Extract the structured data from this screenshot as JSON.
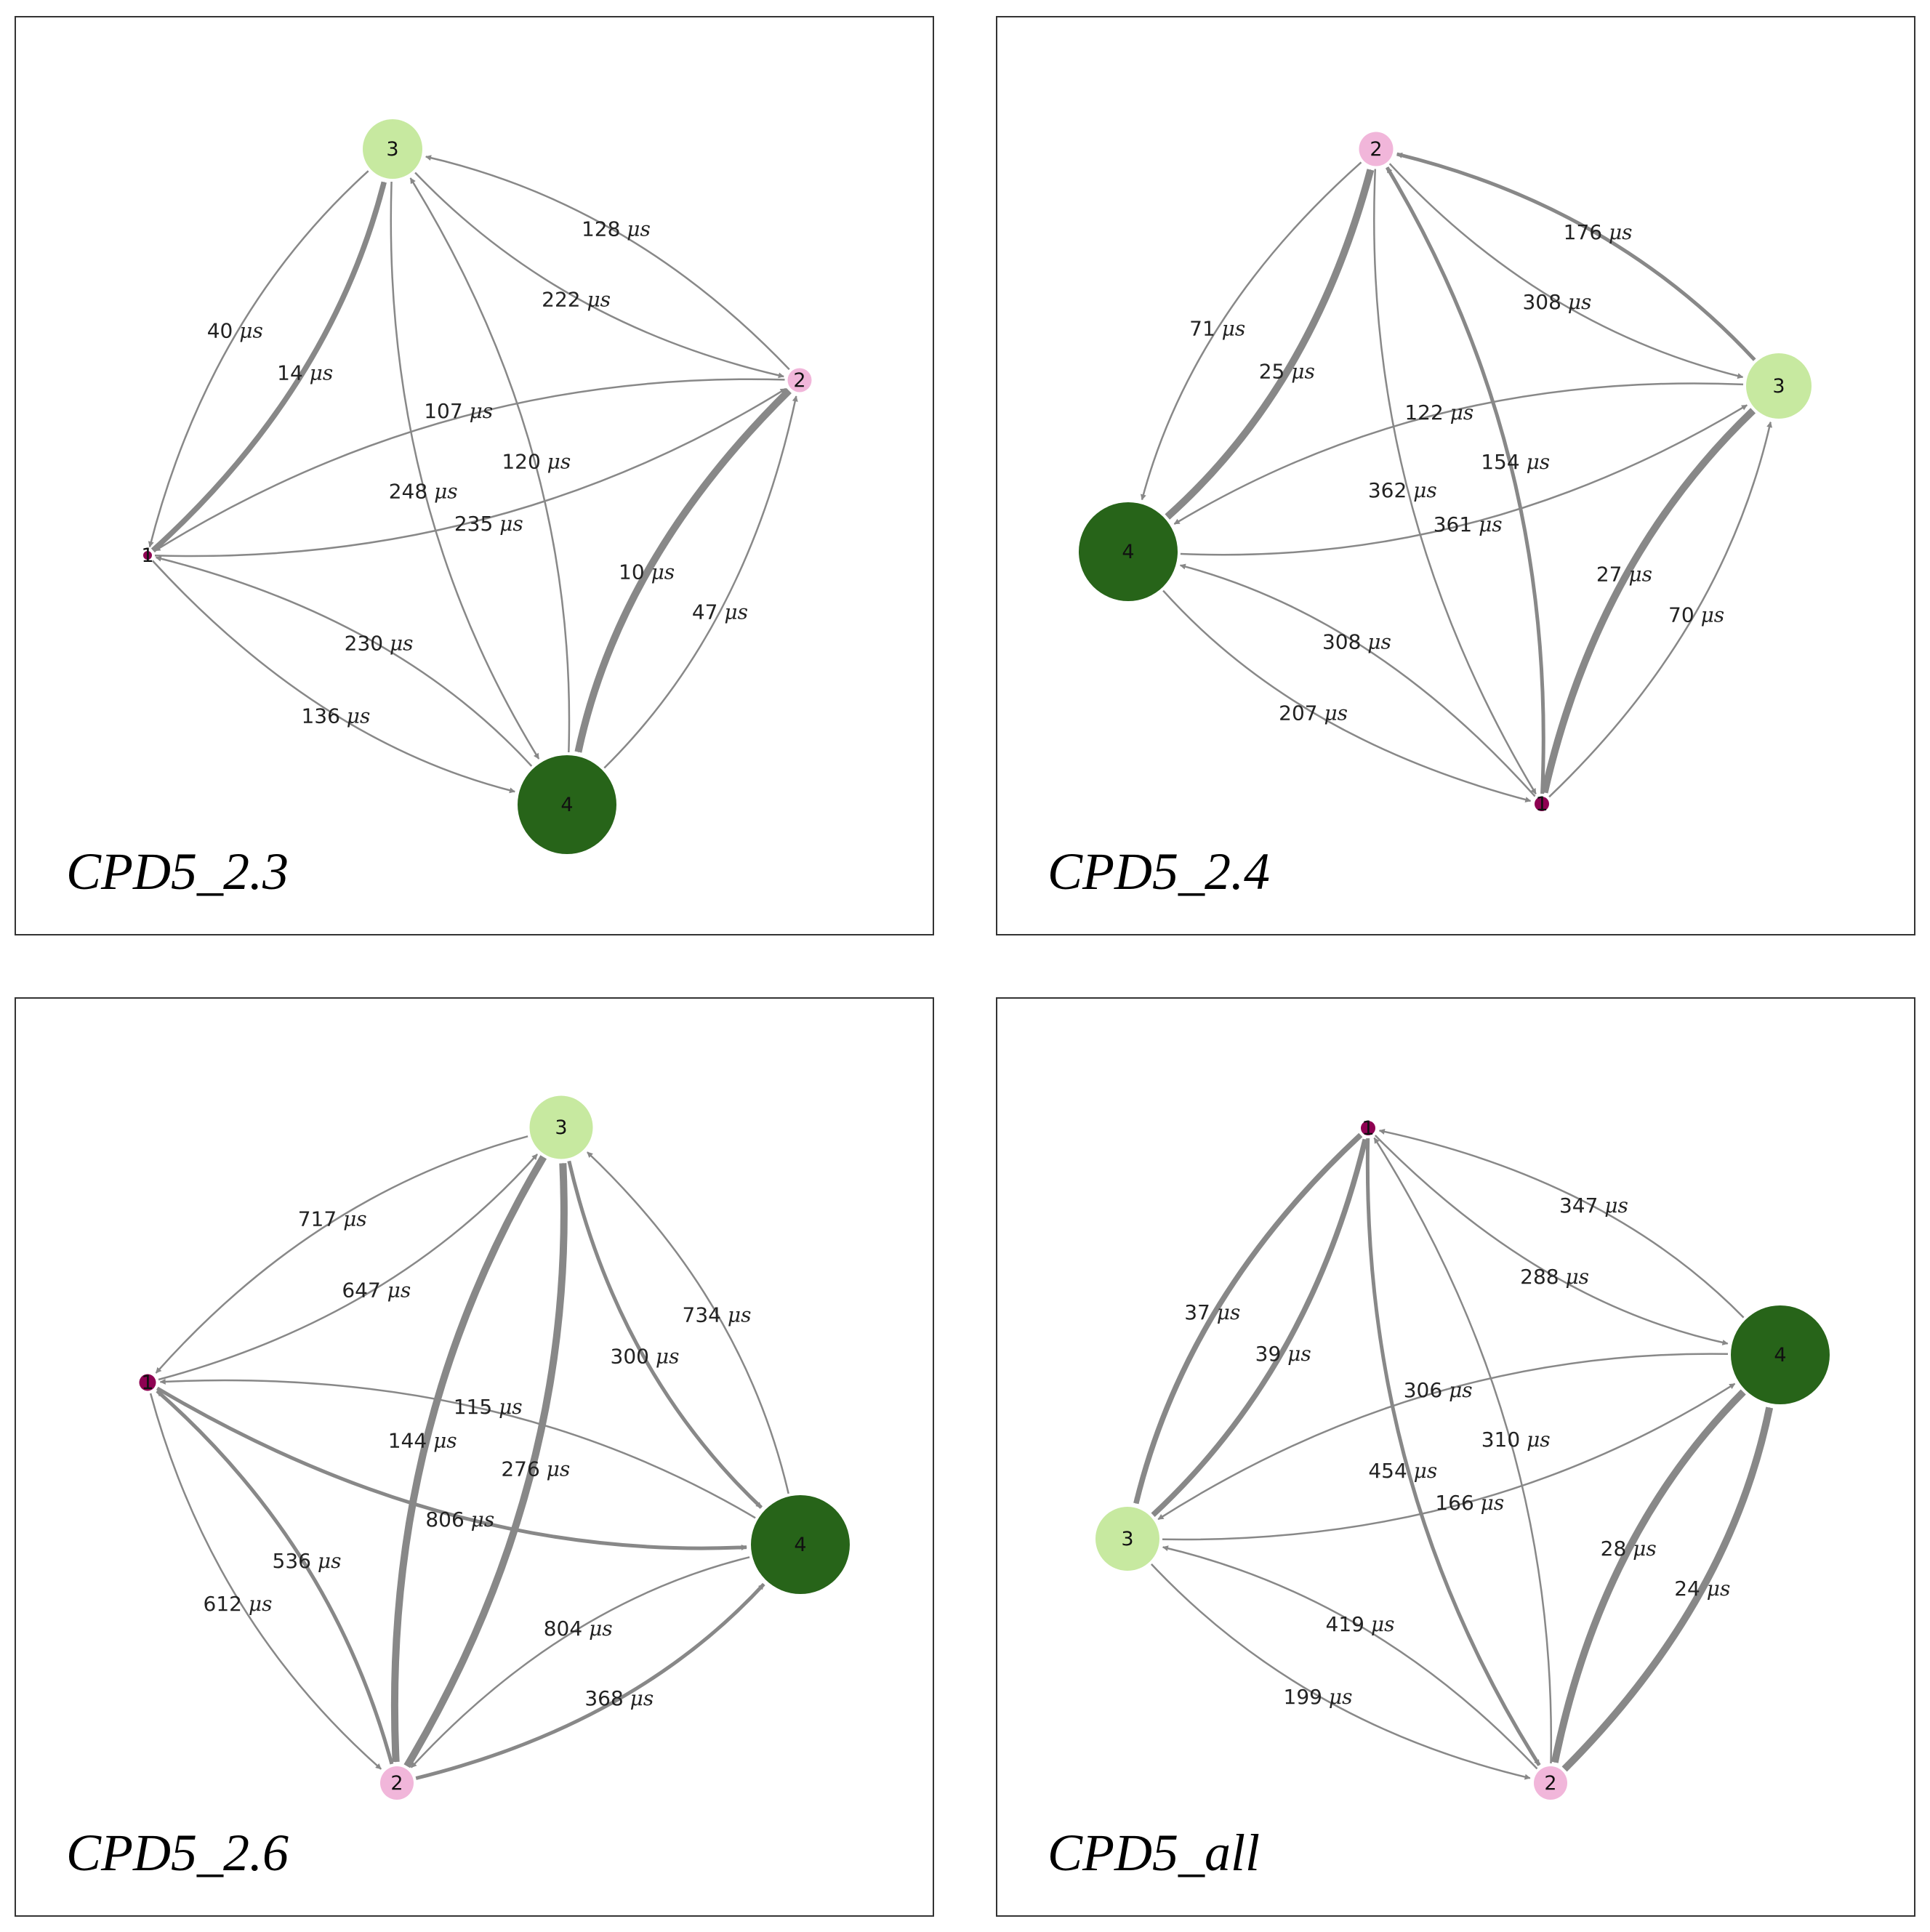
{
  "graphs": [
    {
      "title": "CPD5_2.3",
      "nodes": [
        {
          "id": "1",
          "label": "1",
          "color": "#8e0152",
          "size": 12
        },
        {
          "id": "2",
          "label": "2",
          "color": "#f1b6da",
          "size": 33
        },
        {
          "id": "3",
          "label": "3",
          "color": "#c7e9a0",
          "size": 82
        },
        {
          "id": "4",
          "label": "4",
          "color": "#276419",
          "size": 136
        }
      ],
      "edges": [
        {
          "from": "3",
          "to": "2",
          "label": "222",
          "weight": 1
        },
        {
          "from": "2",
          "to": "3",
          "label": "128",
          "weight": 1
        },
        {
          "from": "1",
          "to": "3",
          "label": "14",
          "weight": 3
        },
        {
          "from": "3",
          "to": "1",
          "label": "40",
          "weight": 1
        },
        {
          "from": "1",
          "to": "2",
          "label": "235",
          "weight": 1
        },
        {
          "from": "2",
          "to": "1",
          "label": "107",
          "weight": 1
        },
        {
          "from": "3",
          "to": "4",
          "label": "248",
          "weight": 1
        },
        {
          "from": "4",
          "to": "3",
          "label": "120",
          "weight": 1
        },
        {
          "from": "1",
          "to": "4",
          "label": "136",
          "weight": 1
        },
        {
          "from": "4",
          "to": "1",
          "label": "230",
          "weight": 1
        },
        {
          "from": "4",
          "to": "2",
          "label": "47",
          "weight": 1
        },
        {
          "from": "2",
          "to": "4",
          "label": "10",
          "weight": 4
        }
      ]
    },
    {
      "title": "CPD5_2.4",
      "nodes": [
        {
          "id": "1",
          "label": "1",
          "color": "#8e0152",
          "size": 20
        },
        {
          "id": "2",
          "label": "2",
          "color": "#f1b6da",
          "size": 47
        },
        {
          "id": "3",
          "label": "3",
          "color": "#c7e9a0",
          "size": 90
        },
        {
          "id": "4",
          "label": "4",
          "color": "#276419",
          "size": 136
        }
      ],
      "edges": [
        {
          "from": "2",
          "to": "3",
          "label": "308",
          "weight": 1
        },
        {
          "from": "3",
          "to": "2",
          "label": "176",
          "weight": 2
        },
        {
          "from": "4",
          "to": "2",
          "label": "25",
          "weight": 4
        },
        {
          "from": "2",
          "to": "4",
          "label": "71",
          "weight": 1
        },
        {
          "from": "4",
          "to": "3",
          "label": "361",
          "weight": 1
        },
        {
          "from": "3",
          "to": "4",
          "label": "122",
          "weight": 1
        },
        {
          "from": "2",
          "to": "1",
          "label": "362",
          "weight": 1
        },
        {
          "from": "1",
          "to": "2",
          "label": "154",
          "weight": 2
        },
        {
          "from": "4",
          "to": "1",
          "label": "207",
          "weight": 1
        },
        {
          "from": "1",
          "to": "4",
          "label": "308",
          "weight": 1
        },
        {
          "from": "1",
          "to": "3",
          "label": "70",
          "weight": 1
        },
        {
          "from": "3",
          "to": "1",
          "label": "27",
          "weight": 4
        }
      ]
    },
    {
      "title": "CPD5_2.6",
      "nodes": [
        {
          "id": "1",
          "label": "1",
          "color": "#8e0152",
          "size": 23
        },
        {
          "id": "2",
          "label": "2",
          "color": "#f1b6da",
          "size": 46
        },
        {
          "id": "3",
          "label": "3",
          "color": "#c7e9a0",
          "size": 87
        },
        {
          "id": "4",
          "label": "4",
          "color": "#276419",
          "size": 136
        }
      ],
      "edges": [
        {
          "from": "1",
          "to": "3",
          "label": "647",
          "weight": 1
        },
        {
          "from": "3",
          "to": "1",
          "label": "717",
          "weight": 1
        },
        {
          "from": "3",
          "to": "4",
          "label": "300",
          "weight": 2
        },
        {
          "from": "4",
          "to": "3",
          "label": "734",
          "weight": 1
        },
        {
          "from": "2",
          "to": "3",
          "label": "276",
          "weight": 4
        },
        {
          "from": "3",
          "to": "2",
          "label": "144",
          "weight": 4
        },
        {
          "from": "1",
          "to": "4",
          "label": "806",
          "weight": 2
        },
        {
          "from": "4",
          "to": "1",
          "label": "115",
          "weight": 1
        },
        {
          "from": "2",
          "to": "1",
          "label": "536",
          "weight": 2
        },
        {
          "from": "1",
          "to": "2",
          "label": "612",
          "weight": 1
        },
        {
          "from": "2",
          "to": "4",
          "label": "368",
          "weight": 2
        },
        {
          "from": "4",
          "to": "2",
          "label": "804",
          "weight": 1
        }
      ]
    },
    {
      "title": "CPD5_all",
      "nodes": [
        {
          "id": "1",
          "label": "1",
          "color": "#8e0152",
          "size": 20
        },
        {
          "id": "2",
          "label": "2",
          "color": "#f1b6da",
          "size": 46
        },
        {
          "id": "3",
          "label": "3",
          "color": "#c7e9a0",
          "size": 88
        },
        {
          "id": "4",
          "label": "4",
          "color": "#276419",
          "size": 136
        }
      ],
      "edges": [
        {
          "from": "1",
          "to": "4",
          "label": "288",
          "weight": 1
        },
        {
          "from": "4",
          "to": "1",
          "label": "347",
          "weight": 1
        },
        {
          "from": "3",
          "to": "1",
          "label": "39",
          "weight": 3
        },
        {
          "from": "1",
          "to": "3",
          "label": "37",
          "weight": 3
        },
        {
          "from": "3",
          "to": "4",
          "label": "166",
          "weight": 1
        },
        {
          "from": "4",
          "to": "3",
          "label": "306",
          "weight": 1
        },
        {
          "from": "2",
          "to": "1",
          "label": "310",
          "weight": 1
        },
        {
          "from": "1",
          "to": "2",
          "label": "454",
          "weight": 2
        },
        {
          "from": "3",
          "to": "2",
          "label": "199",
          "weight": 1
        },
        {
          "from": "2",
          "to": "3",
          "label": "419",
          "weight": 1
        },
        {
          "from": "2",
          "to": "4",
          "label": "24",
          "weight": 4
        },
        {
          "from": "4",
          "to": "2",
          "label": "28",
          "weight": 4
        }
      ]
    }
  ],
  "unit": "μs",
  "edge_color": "#888888"
}
